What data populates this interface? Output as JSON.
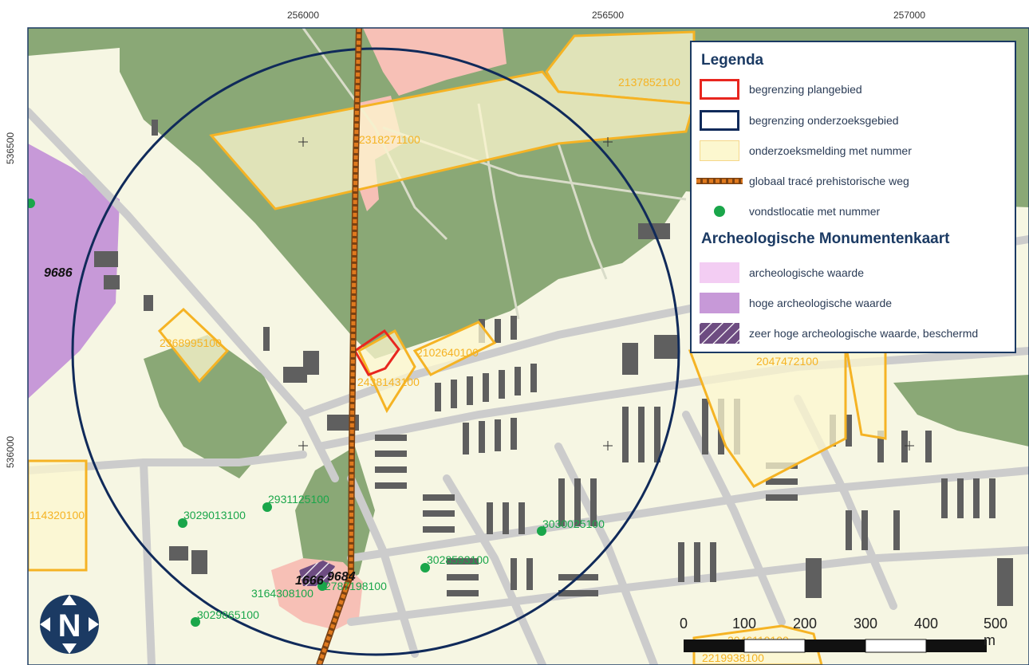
{
  "coordinates": {
    "x_ticks": [
      "256000",
      "256500",
      "257000"
    ],
    "y_ticks": [
      "536500",
      "536000"
    ]
  },
  "legend": {
    "title": "Legenda",
    "section_title": "Archeologische Monumentenkaart",
    "items": [
      {
        "label": "begrenzing plangebied"
      },
      {
        "label": "begrenzing onderzoeksgebied"
      },
      {
        "label": "onderzoeksmelding met nummer"
      },
      {
        "label": "globaal tracé prehistorische weg"
      },
      {
        "label": "vondstlocatie met nummer"
      }
    ],
    "amk_items": [
      {
        "label": "archeologische waarde"
      },
      {
        "label": "hoge archeologische waarde"
      },
      {
        "label": "zeer hoge archeologische waarde, beschermd"
      }
    ]
  },
  "research_labels": [
    "2137852100",
    "2318271100",
    "2368995100",
    "2102640100",
    "2438143100",
    "2047472100",
    "114320100",
    "2046110100",
    "2219938100"
  ],
  "find_labels": [
    "2931125100",
    "3029013100",
    "3030025100",
    "3028593100",
    "2787198100",
    "3164308100",
    "3029865100"
  ],
  "monument_labels": [
    "9686",
    "1666",
    "9684"
  ],
  "scalebar": {
    "labels": [
      "0",
      "100",
      "200",
      "300",
      "400",
      "500 m"
    ]
  },
  "north_arrow": {
    "letter": "N"
  },
  "colors": {
    "forest": "#8aa876",
    "settlement": "#f6f6e3",
    "road": "#cccccc",
    "building": "#5f5f5f",
    "research_fill": "#fcf7cf",
    "research_border": "#f5b324",
    "plan_border": "#e8261f",
    "study_circle": "#102a5a",
    "route": "#e07a1e",
    "find_dot": "#1aa64a",
    "amk_light": "#f3cdf3",
    "amk_high": "#c799d8",
    "amk_very_high": "#6d4c81",
    "pink_area": "#f7c0b6"
  }
}
